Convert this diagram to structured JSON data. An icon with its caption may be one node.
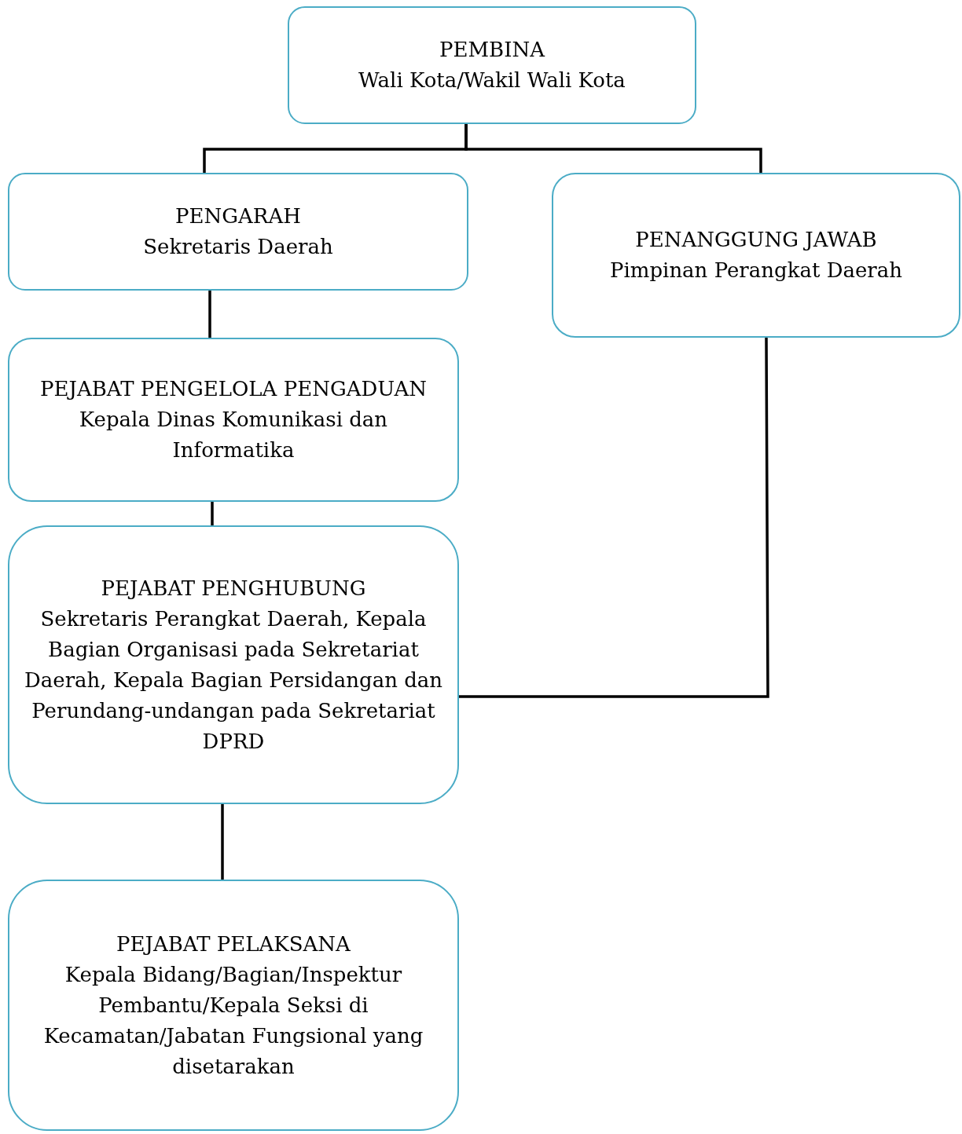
{
  "diagram": {
    "nodes": [
      {
        "text": [
          "PEMBINA",
          "Wali Kota/Wakil Wali Kota"
        ]
      },
      {
        "text": [
          "PENGARAH",
          "Sekretaris Daerah"
        ]
      },
      {
        "text": [
          "PENANGGUNG JAWAB",
          "Pimpinan Perangkat Daerah"
        ]
      },
      {
        "text": [
          "PEJABAT PENGELOLA PENGADUAN",
          "Kepala Dinas Komunikasi dan Informatika"
        ]
      },
      {
        "text": [
          "PEJABAT PENGHUBUNG",
          "Sekretaris Perangkat Daerah, Kepala Bagian Organisasi pada Sekretariat Daerah, Kepala Bagian Persidangan dan Perundang-undangan pada Sekretariat DPRD"
        ]
      },
      {
        "text": [
          "PEJABAT PELAKSANA",
          "Kepala Bidang/Bagian/Inspektur Pembantu/Kepala Seksi di Kecamatan/Jabatan Fungsional yang disetarakan"
        ]
      }
    ],
    "edges": [
      {
        "from": 0,
        "to": 1,
        "arrow": "none"
      },
      {
        "from": 0,
        "to": 2,
        "arrow": "none"
      },
      {
        "from": 1,
        "to": 3,
        "arrow": "none"
      },
      {
        "from": 3,
        "to": 4,
        "arrow": "none"
      },
      {
        "from": 2,
        "to": 4,
        "arrow": "none"
      },
      {
        "from": 4,
        "to": 5,
        "arrow": "none"
      }
    ]
  }
}
